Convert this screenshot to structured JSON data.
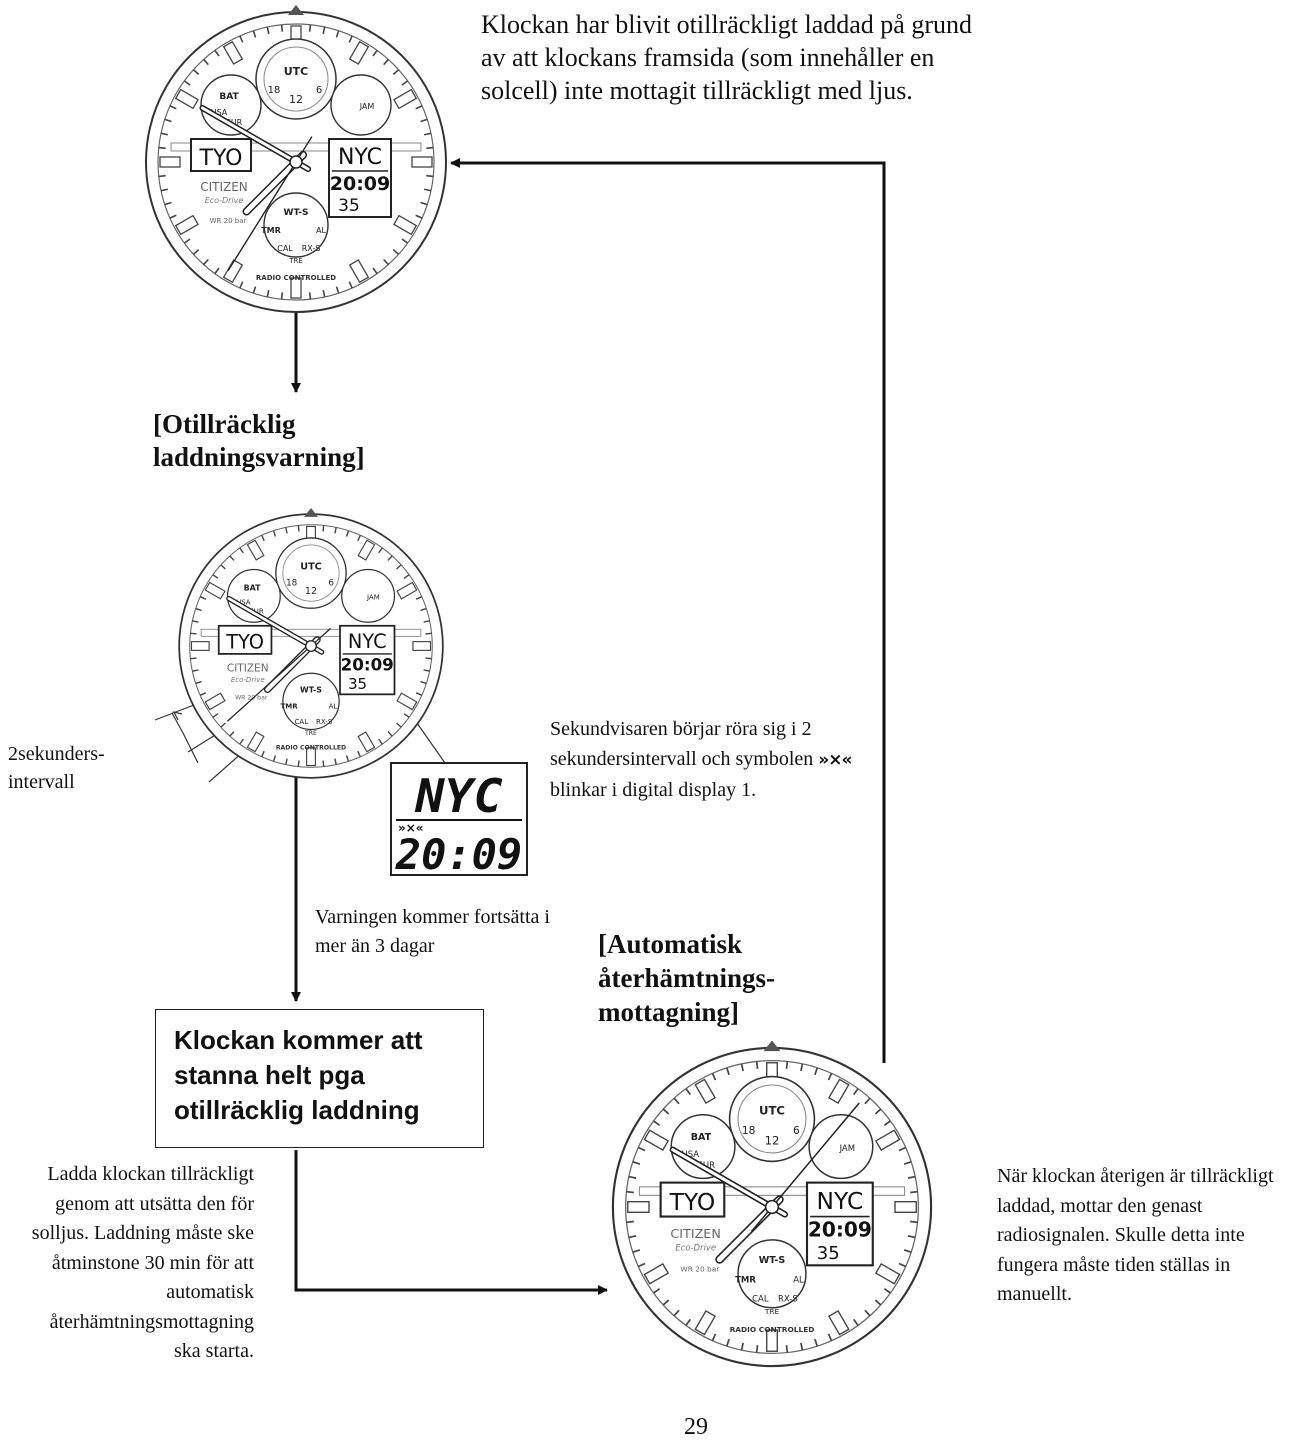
{
  "intro_text": "Klockan har blivit otillräckligt laddad på grund av att klockans framsida (som innehåller en solcell) inte mottagit tillräckligt med ljus.",
  "warning_heading": "[Otillräcklig laddningsvarning]",
  "interval_label": "2sekunders-intervall",
  "second_hand_text_1": "Sekundvisaren börjar röra sig i 2 sekundersintervall och symbolen",
  "symbol_glyph": "»×«",
  "second_hand_text_2": "blinkar i digital display 1.",
  "continue_text": "Varningen kommer fortsätta i mer än 3 dagar",
  "stop_box_text": "Klockan kommer att stanna helt pga otillräcklig laddning",
  "charge_text": "Ladda klockan tillräckligt genom att utsätta den för solljus. Laddning måste ske åtminstone 30 min för att automatisk återhämtningsmottagning ska starta.",
  "recovery_heading": "[Automatisk återhämtnings-mottagning]",
  "recovery_text": "När klockan återigen är tillräckligt laddad, mottar den genast radiosignalen. Skulle detta inte fungera måste tiden ställas in manuellt.",
  "page_number": "29",
  "watch": {
    "left_city": "TYO",
    "right_city": "NYC",
    "time": "20:09",
    "seconds": "35",
    "brand": "CITIZEN",
    "sub_brand": "Eco-Drive",
    "water_resistance": "WR 20 bar",
    "radio": "RADIO CONTROLLED",
    "mode_labels": [
      "UTC",
      "BAT",
      "USA",
      "EUR",
      "JAM",
      "WT-S",
      "TMR",
      "AL",
      "CAL",
      "RX-S",
      "TRE"
    ]
  },
  "display_zoom": {
    "city": "NYC",
    "time": "20:09",
    "symbol": "»×«"
  }
}
